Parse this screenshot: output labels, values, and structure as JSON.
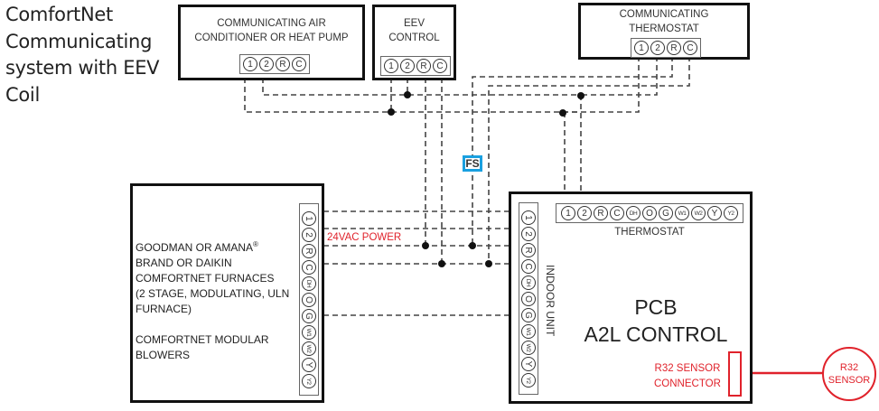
{
  "title": {
    "lines": [
      "ComfortNet",
      "Communicating",
      "system with EEV",
      "Coil"
    ]
  },
  "outdoor_unit": {
    "label_lines": [
      "COMMUNICATING AIR",
      "CONDITIONER OR HEAT PUMP"
    ],
    "terminals": [
      "1",
      "2",
      "R",
      "C"
    ]
  },
  "eev_control": {
    "label_lines": [
      "EEV",
      "CONTROL"
    ],
    "terminals": [
      "1",
      "2",
      "R",
      "C"
    ]
  },
  "thermostat_unit": {
    "label_lines": [
      "COMMUNICATING",
      "THERMOSTAT"
    ],
    "terminals": [
      "1",
      "2",
      "R",
      "C"
    ]
  },
  "fs_badge": {
    "label": "FS",
    "color": "#1aa0e0"
  },
  "furnace": {
    "text_lines": [
      "GOODMAN OR AMANA",
      "BRAND OR DAIKIN",
      "COMFORTNET FURNACES",
      "(2 STAGE, MODULATING, ULN",
      "FURNACE)",
      "",
      "COMFORTNET MODULAR",
      "BLOWERS"
    ],
    "registered_mark": "®",
    "terminals": [
      "1",
      "2",
      "R",
      "C",
      "DH",
      "O",
      "G",
      "W1",
      "W2",
      "Y",
      "Y2"
    ]
  },
  "power_label": {
    "text": "24VAC POWER",
    "color": "#e0222b"
  },
  "pcb": {
    "title_line1": "PCB",
    "title_line2": "A2L CONTROL",
    "thermostat_label": "THERMOSTAT",
    "indoor_label": "INDOOR UNIT",
    "thermostat_terminals": [
      "1",
      "2",
      "R",
      "C",
      "DH",
      "O",
      "G",
      "W1",
      "W2",
      "Y",
      "Y2"
    ],
    "indoor_terminals": [
      "1",
      "2",
      "R",
      "C",
      "DH",
      "O",
      "G",
      "W1",
      "W2",
      "Y",
      "Y2"
    ],
    "connector_label_lines": [
      "R32 SENSOR",
      "CONNECTOR"
    ]
  },
  "sensor": {
    "label_lines": [
      "R32",
      "SENSOR"
    ],
    "color": "#e0222b"
  }
}
